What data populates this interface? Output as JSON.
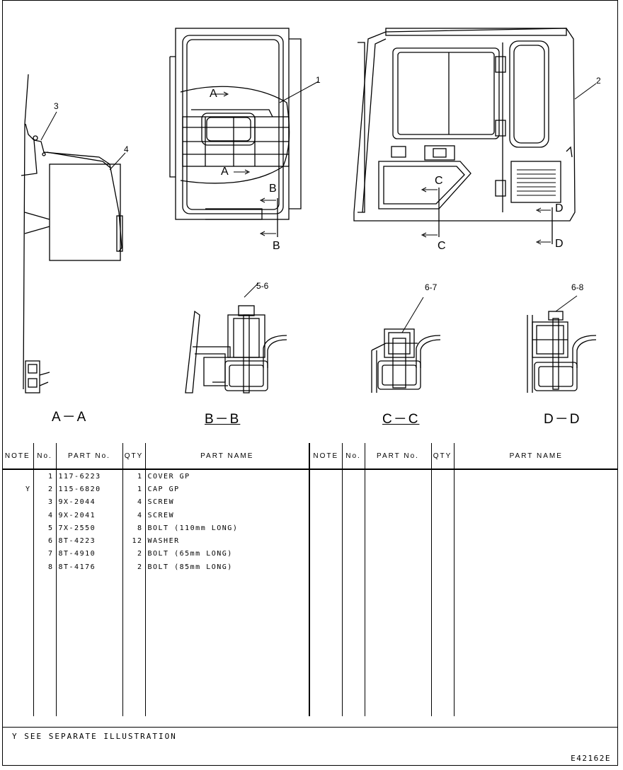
{
  "views": {
    "labels": {
      "callout_1": "1",
      "callout_2": "2",
      "callout_3": "3",
      "callout_4": "4",
      "sec_a_top": "A",
      "sec_a_bottom": "A",
      "sec_b_top": "B",
      "sec_b_bottom": "B",
      "sec_c_top": "C",
      "sec_c_bottom": "C",
      "sec_d_top": "D",
      "sec_d_bottom": "D",
      "detail_b": "5-6",
      "detail_c": "6-7",
      "detail_d": "6-8"
    },
    "captions": {
      "aa": "A－A",
      "bb": "B－B",
      "cc": "C－C",
      "dd": "D－D"
    }
  },
  "table": {
    "headers": {
      "note": "NOTE",
      "no": "No.",
      "part_no": "PART No.",
      "qty": "QTY",
      "part_name": "PART NAME"
    },
    "rows": [
      {
        "note": "",
        "no": "1",
        "part_no": "117-6223",
        "qty": "1",
        "name": "COVER GP"
      },
      {
        "note": "Y",
        "no": "2",
        "part_no": "115-6820",
        "qty": "1",
        "name": "CAP GP"
      },
      {
        "note": "",
        "no": "3",
        "part_no": "9X-2044",
        "qty": "4",
        "name": "SCREW"
      },
      {
        "note": "",
        "no": "4",
        "part_no": "9X-2041",
        "qty": "4",
        "name": "SCREW"
      },
      {
        "note": "",
        "no": "5",
        "part_no": "7X-2550",
        "qty": "8",
        "name": "BOLT (110mm LONG)"
      },
      {
        "note": "",
        "no": "6",
        "part_no": "8T-4223",
        "qty": "12",
        "name": "WASHER"
      },
      {
        "note": "",
        "no": "7",
        "part_no": "8T-4910",
        "qty": "2",
        "name": "BOLT (65mm LONG)"
      },
      {
        "note": "",
        "no": "8",
        "part_no": "8T-4176",
        "qty": "2",
        "name": "BOLT (85mm LONG)"
      }
    ]
  },
  "footnote": "Y SEE SEPARATE ILLUSTRATION",
  "drawing_number": "E42162E"
}
